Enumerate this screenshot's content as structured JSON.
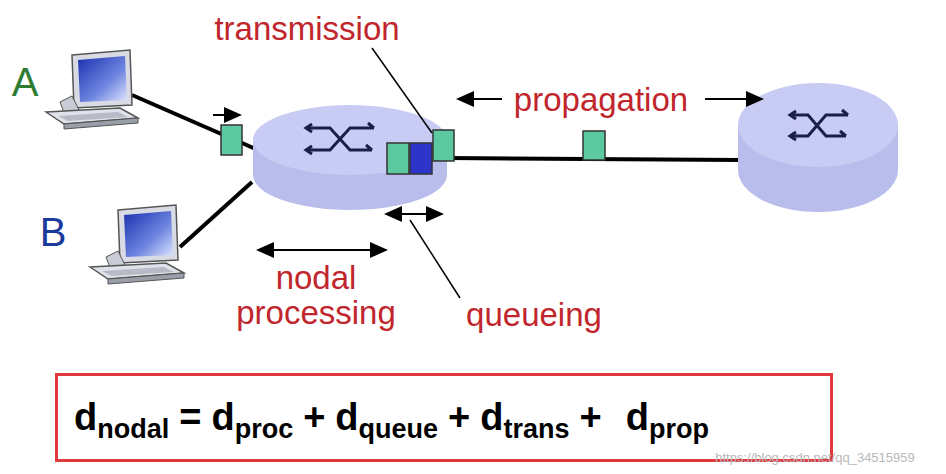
{
  "diagram": {
    "nodes": [
      {
        "text": [
          "d",
          "nodal",
          "=",
          "d",
          "proc",
          "+",
          "d",
          "queue",
          "+",
          "d",
          "trans",
          "+",
          "d",
          "prop"
        ]
      }
    ],
    "labels": [
      "A",
      "B",
      "transmission",
      "propagation",
      "nodal processing",
      "queueing",
      "https://blog.csdn.net/qq_34515959"
    ]
  }
}
